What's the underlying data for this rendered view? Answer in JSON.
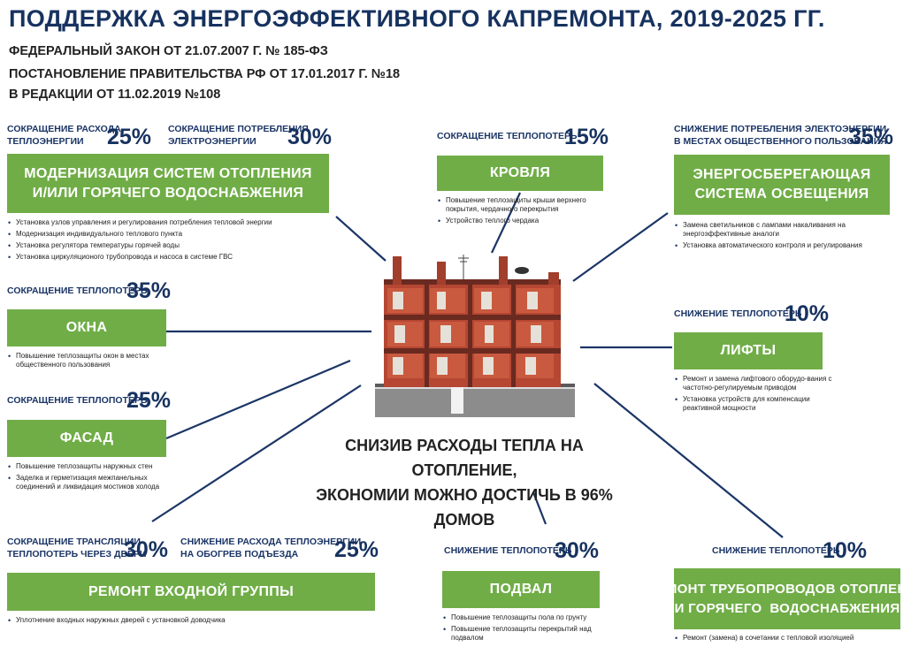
{
  "title": "ПОДДЕРЖКА ЭНЕРГОЭФФЕКТИВНОГО КАПРЕМОНТА, 2019-2025 ГГ.",
  "laws": [
    "ФЕДЕРАЛЬНЫЙ ЗАКОН ОТ 21.07.2007 Г. № 185-ФЗ",
    "ПОСТАНОВЛЕНИЕ ПРАВИТЕЛЬСТВА РФ ОТ 17.01.2017 Г. №18",
    " В РЕДАКЦИИ ОТ 11.02.2019 №108"
  ],
  "center_text": [
    "СНИЗИВ РАСХОДЫ ТЕПЛА НА ОТОПЛЕНИЕ,",
    "ЭКОНОМИИ МОЖНО ДОСТИЧЬ В 96% ДОМОВ"
  ],
  "colors": {
    "green": "#70ad47",
    "navy": "#17325f",
    "line": "#1b3566"
  },
  "blocks": {
    "heating": {
      "label1": "СОКРАЩЕНИЕ РАСХОДА\nТЕПЛОЭНЕРГИИ",
      "pct1": "25%",
      "label2": "СОКРАЩЕНИЕ ПОТРЕБЛЕНИЯ\nЭЛЕКТРОЭНЕРГИИ",
      "pct2": "30%",
      "box": "МОДЕРНИЗАЦИЯ СИСТЕМ ОТОПЛЕНИЯ\nИ/ИЛИ ГОРЯЧЕГО ВОДОСНАБЖЕНИЯ",
      "bullets": [
        "Установка узлов управления и регулирования потребления тепловой энергии",
        "Модернизация индивидуального теплового пункта",
        "Установка регулятора температуры горячей воды",
        "Установка циркуляционого трубопровода и насоса в системе ГВС"
      ]
    },
    "roof": {
      "label": "СОКРАЩЕНИЕ ТЕПЛОПОТЕРЬ",
      "pct": "15%",
      "box": "КРОВЛЯ",
      "bullets": [
        "Повышение теплозащиты крыши верхнего покрытия, чердачного перекрытия",
        "Устройство теплого чердака"
      ]
    },
    "lighting": {
      "label": "СНИЖЕНИЕ ПОТРЕБЛЕНИЯ ЭЛЕКТОЭНЕРГИИ\nВ МЕСТАХ ОБЩЕСТВЕННОГО ПОЛЬЗОВАНИЯ",
      "pct": "35%",
      "box": "ЭНЕРГОСБЕРЕГАЮЩАЯ\nСИСТЕМА ОСВЕЩЕНИЯ",
      "bullets": [
        "Замена светильников с лампами накаливания на энергоэффективные аналоги",
        "Установка автоматического контроля и регулирования"
      ]
    },
    "windows": {
      "label": "СОКРАЩЕНИЕ ТЕПЛОПОТЕРЬ",
      "pct": "35%",
      "box": "ОКНА",
      "bullets": [
        "Повышение теплозащиты окон в местах общественного пользования"
      ]
    },
    "lifts": {
      "label": "СНИЖЕНИЕ ТЕПЛОПОТЕРЬ",
      "pct": "10%",
      "box": "ЛИФТЫ",
      "bullets": [
        "Ремонт и замена лифтового оборудо-вания с частотно-регулируемым приводом",
        "Установка устройств для компенсации реактивной мощности"
      ]
    },
    "facade": {
      "label": "СОКРАЩЕНИЕ ТЕПЛОПОТЕРЬ",
      "pct": "25%",
      "box": "ФАСАД",
      "bullets": [
        "Повышение теплозащиты наружных стен",
        "Заделка и герметизация межпанельных соединений и ликвидация мостиков холода"
      ]
    },
    "entrance": {
      "label1": "СОКРАЩЕНИЕ ТРАНСЛЯЦИИ\nТЕПЛОПОТЕРЬ ЧЕРЕЗ ДВЕРИ",
      "pct1": "30%",
      "label2": "СНИЖЕНИЕ РАСХОДА ТЕПЛОЭНЕРГИИ\nНА ОБОГРЕВ ПОДЪЕЗДА",
      "pct2": "25%",
      "box": "РЕМОНТ ВХОДНОЙ ГРУППЫ",
      "bullets": [
        "Уплотнение входных наружных дверей с установкой доводчика"
      ]
    },
    "basement": {
      "label": "СНИЖЕНИЕ ТЕПЛОПОТЕРЬ",
      "pct": "30%",
      "box": "ПОДВАЛ",
      "bullets": [
        "Повышение теплозащиты пола по грунту",
        "Повышение теплозащиты перекрытий над подвалом"
      ]
    },
    "pipes": {
      "label": "СНИЖЕНИЕ ТЕПЛОПОТЕРЬ",
      "pct": "10%",
      "box": "РЕМОНТ ТРУБОПРОВОДОВ ОТОПЛЕНИЯ\nИ ГОРЯЧЕГО  ВОДОСНАБЖЕНИЯ",
      "bullets": [
        "Ремонт (замена) в сочетании с тепловой изоляцией"
      ]
    }
  }
}
